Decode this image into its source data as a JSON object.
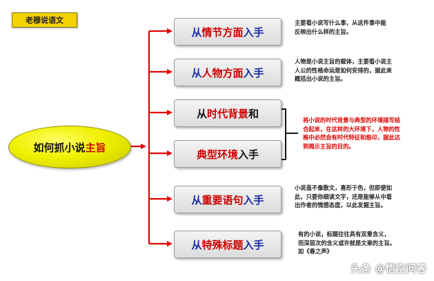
{
  "tag": "老穆说语文",
  "center": {
    "a": "如何抓小说",
    "b": "主旨"
  },
  "b1": {
    "a": "从",
    "b": "情节方面",
    "c": "入手"
  },
  "b2": {
    "a": "从",
    "b": "人物方面",
    "c": "入手"
  },
  "b3": {
    "a": "从",
    "b": "时代背景",
    "c": "和"
  },
  "b4": {
    "a": "典型环境",
    "b": "入手"
  },
  "b5": {
    "a": "从",
    "b": "重要语句",
    "c": "入手"
  },
  "b6": {
    "a": "从",
    "b": "特殊标题",
    "c": "入手"
  },
  "n1": [
    "主要看小说写什么事，从这件事中能",
    "反映出什么样的主旨。"
  ],
  "n2": [
    "人物是小说主旨的载体，主要看小说主",
    "人公的性格命运是如何安排的，据此来",
    "概括出小说的主旨。"
  ],
  "n3": [
    "将小说的时代背景与典型的环境描写结",
    "合起来，在这样的大环境下，人物的性",
    "格中必然会有时代特征和烙印，据此达",
    "到揭示主旨的目的。"
  ],
  "n4": [
    "小说虽不像散文，喜形于色，但即便如",
    "此，只要你细读文字，还是能够从中看",
    "出作者的情感态度，以此发掘主旨。"
  ],
  "n5": [
    "有的小说，标题往往具有双重含义，",
    "而深层次的含义或许就是文章的主旨。",
    "如《春之声》"
  ],
  "watermark": "头条 @悟空问答"
}
